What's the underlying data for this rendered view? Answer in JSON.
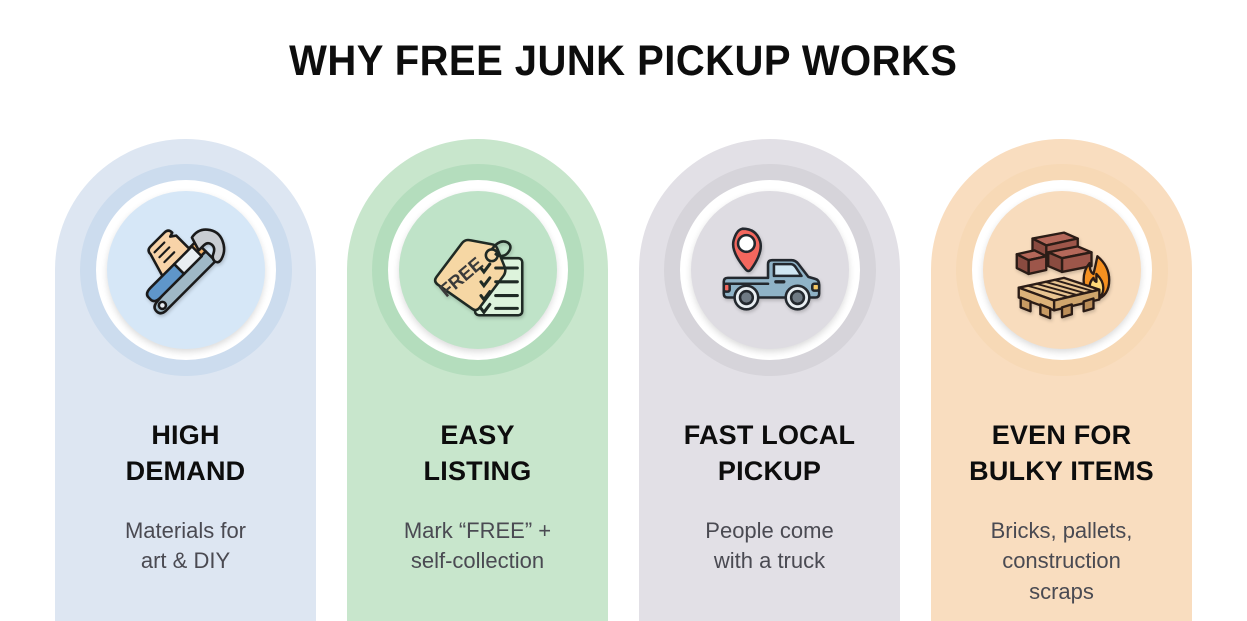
{
  "header": {
    "title": "WHY FREE JUNK PICKUP WORKS"
  },
  "theme": {
    "page_background": "#ffffff",
    "title_color": "#0d0d0d",
    "heading_color": "#0d0d0d",
    "description_color": "#4a4a52"
  },
  "cards": [
    {
      "id": "high-demand",
      "heading": "HIGH\nDEMAND",
      "description": "Materials for\nart & DIY",
      "icon": "paintbrush-hammer-icon",
      "colors": {
        "card": "#dde6f2",
        "ring_outer": "#ccdcee",
        "ring_white": "#ffffff",
        "disc": "#d6e7f7"
      }
    },
    {
      "id": "easy-listing",
      "heading": "EASY\nLISTING",
      "description": "Mark “FREE” +\nself-collection",
      "icon": "free-tag-checklist-icon",
      "icon_label": "FREE",
      "colors": {
        "card": "#c8e6cc",
        "ring_outer": "#b4ddbd",
        "ring_white": "#ffffff",
        "disc": "#bfe3c8"
      }
    },
    {
      "id": "fast-local-pickup",
      "heading": "FAST LOCAL\nPICKUP",
      "description": "People come\nwith a truck",
      "icon": "map-pin-pickup-truck-icon",
      "colors": {
        "card": "#e2e0e6",
        "ring_outer": "#d6d4da",
        "ring_white": "#ffffff",
        "disc": "#dedce2"
      }
    },
    {
      "id": "even-for-bulky-items",
      "heading": "EVEN FOR\nBULKY ITEMS",
      "description": "Bricks, pallets,\nconstruction\nscraps",
      "icon": "bricks-pallet-flame-icon",
      "colors": {
        "card": "#f9ddbf",
        "ring_outer": "#f7d9b6",
        "ring_white": "#ffffff",
        "disc": "#f8dcbd"
      }
    }
  ]
}
